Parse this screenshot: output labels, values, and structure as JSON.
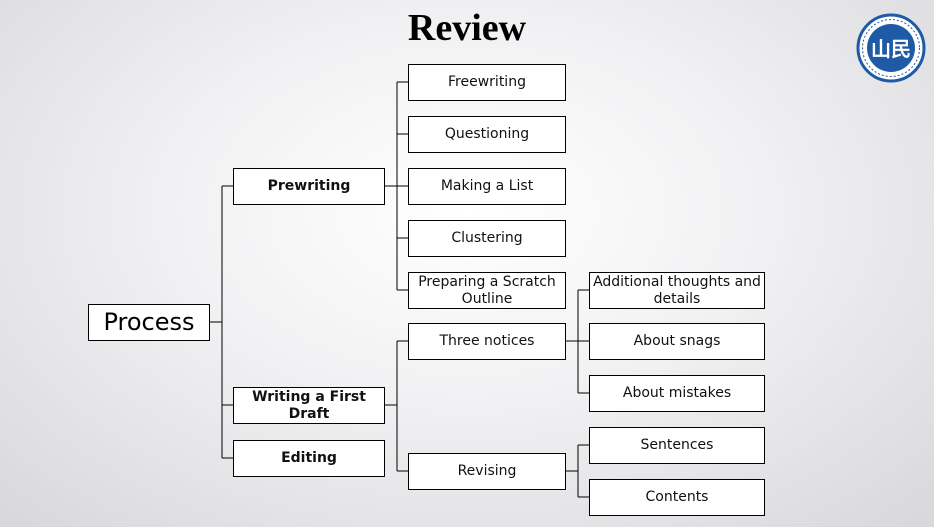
{
  "title": "Review",
  "logo": {
    "icon": "university-seal-logo",
    "text": "山民",
    "color": "#1f5aa6"
  },
  "tree": {
    "root": "Process",
    "prewriting": {
      "label": "Prewriting",
      "children": [
        "Freewriting",
        "Questioning",
        "Making a List",
        "Clustering",
        "Preparing a Scratch Outline"
      ]
    },
    "first_draft": {
      "label": "Writing a First Draft",
      "three_notices": {
        "label": "Three notices",
        "children": [
          "Additional thoughts and details",
          "About snags",
          "About mistakes"
        ]
      },
      "revising": {
        "label": "Revising",
        "children": [
          "Sentences",
          "Contents"
        ]
      }
    },
    "editing": {
      "label": "Editing"
    }
  }
}
